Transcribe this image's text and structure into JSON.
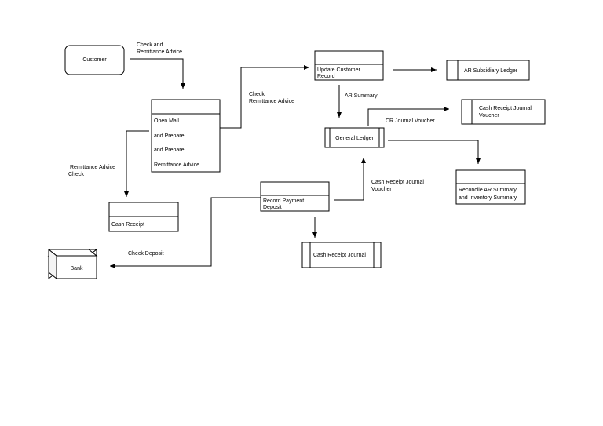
{
  "nodes": {
    "customer": {
      "label": "Customer"
    },
    "open_mail": {
      "lines": [
        "Open Mail",
        "and Prepare",
        "and Prepare",
        "Remittance Advice"
      ]
    },
    "update_customer": {
      "lines": [
        "Update Customer",
        "Record"
      ]
    },
    "ar_subsidiary": {
      "label": "AR Subsidiary Ledger"
    },
    "cash_receipt_jv": {
      "lines": [
        "Cash Receipt Journal",
        "Voucher"
      ]
    },
    "general_ledger": {
      "label": "General Ledger"
    },
    "reconcile": {
      "lines": [
        "Reconcile AR Summary",
        "and Inventory Summary"
      ]
    },
    "cash_receipt": {
      "label": "Cash Receipt"
    },
    "record_payment": {
      "lines": [
        "Record Payment",
        "Deposit"
      ]
    },
    "cash_receipt_journal": {
      "label": "Cash Receipt Journal"
    },
    "bank": {
      "label": "Bank"
    }
  },
  "edge_labels": {
    "check_remit_1": [
      "Check and",
      "Remittance Advice"
    ],
    "check_remit_2": [
      "Check",
      "Remittance Advice"
    ],
    "ar_summary": "AR Summary",
    "cr_journal_voucher": "CR Journal Voucher",
    "remit_check": [
      "Remittance Advice",
      "Check"
    ],
    "cash_receipt_journal_voucher": [
      "Cash Receipt Journal",
      "Voucher"
    ],
    "check_deposit": "Check Deposit"
  }
}
